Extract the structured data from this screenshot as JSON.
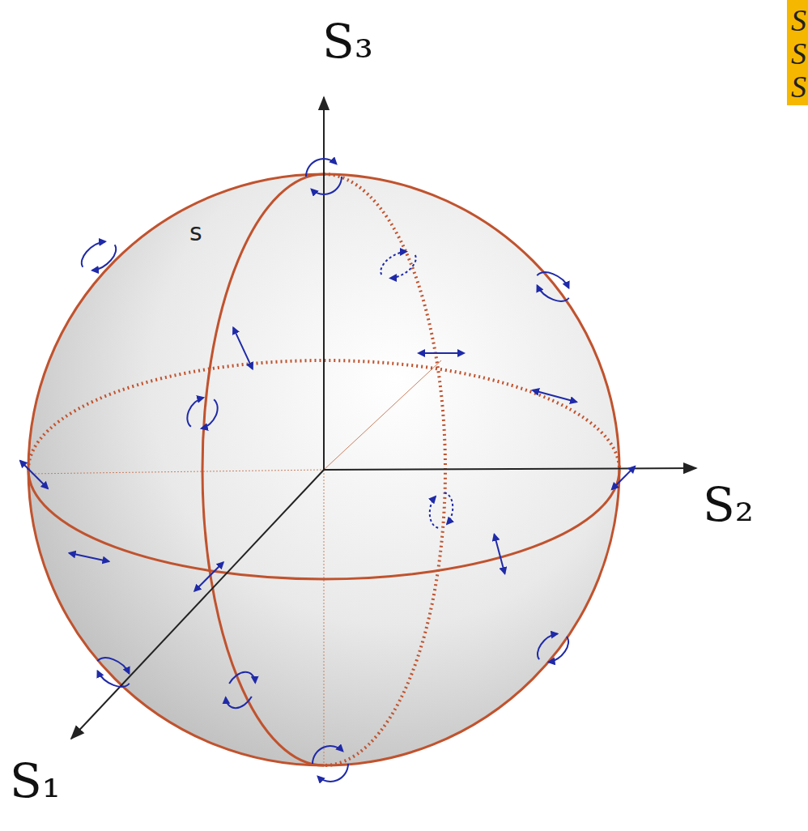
{
  "diagram": {
    "labels": [
      "S₃",
      "S₂",
      "S₁",
      "s",
      "S",
      "S",
      "S"
    ]
  }
}
